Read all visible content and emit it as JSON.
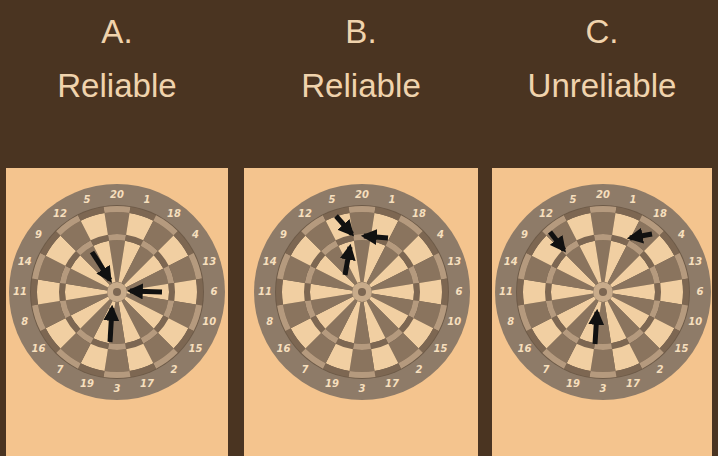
{
  "diagram": {
    "nodes": [
      {
        "text": [
          "A.",
          "Reliable"
        ]
      },
      {
        "text": [
          "B.",
          "Reliable"
        ]
      },
      {
        "text": [
          "C.",
          "Unreliable"
        ]
      }
    ],
    "labels": [
      "20",
      "1",
      "18",
      "4",
      "13",
      "6",
      "10",
      "15",
      "2",
      "17",
      "3",
      "19",
      "7",
      "16",
      "8",
      "11",
      "14",
      "9",
      "12",
      "5",
      "20",
      "1",
      "18",
      "4",
      "13",
      "6",
      "10",
      "15",
      "2",
      "17",
      "3",
      "19",
      "7",
      "16",
      "8",
      "11",
      "14",
      "9",
      "12",
      "5",
      "20",
      "1",
      "18",
      "4",
      "13",
      "6",
      "10",
      "15",
      "2",
      "17",
      "3",
      "19",
      "7",
      "16",
      "8",
      "11",
      "14",
      "9",
      "12",
      "5"
    ]
  }
}
